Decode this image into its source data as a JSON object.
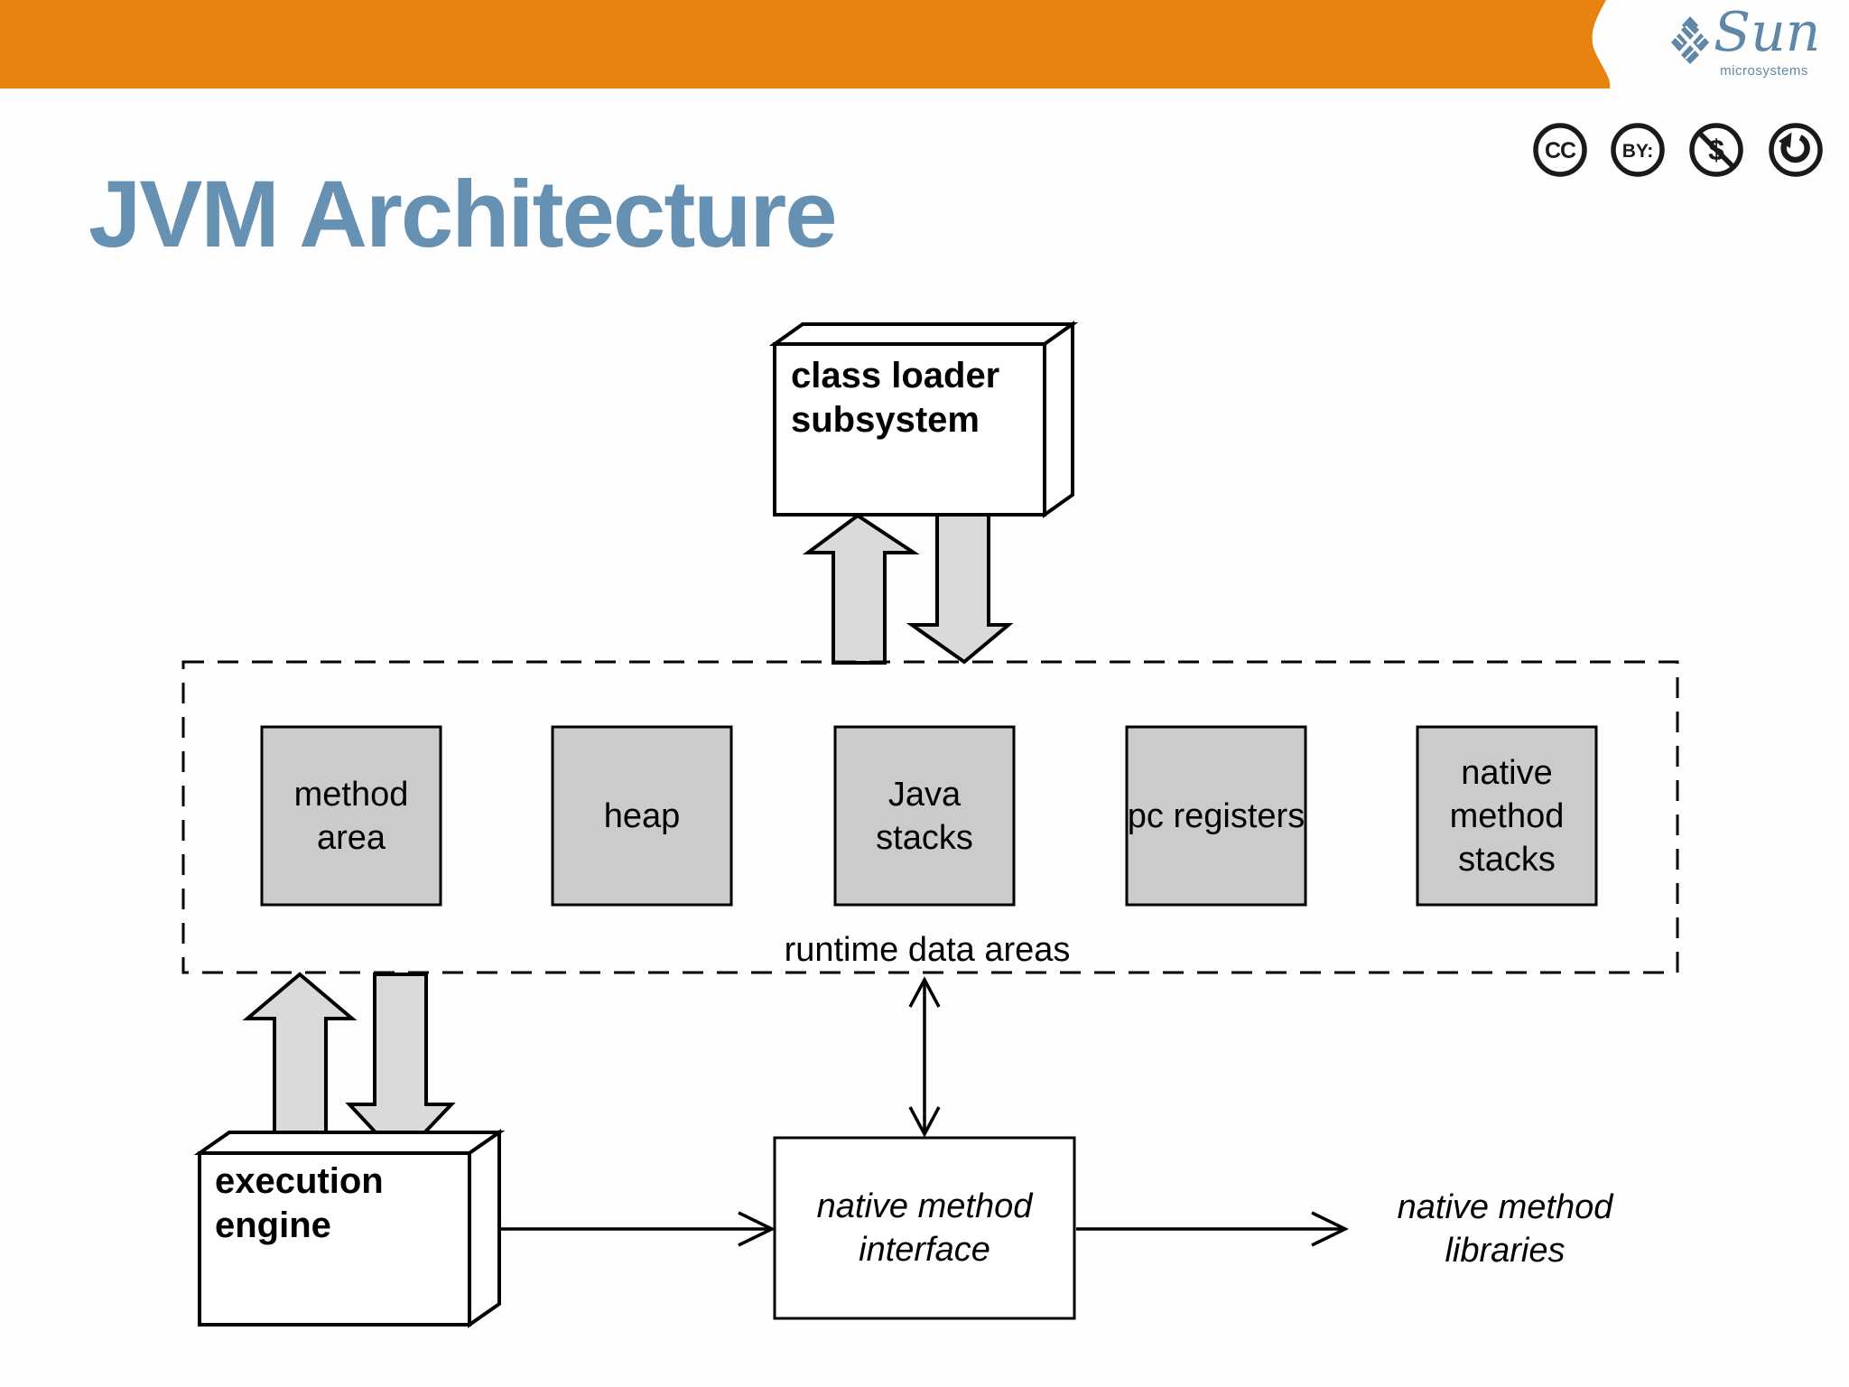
{
  "colors": {
    "header_orange": "#e8830f",
    "title_blue": "#6791b2",
    "sun_logo_blue": "#5e87a8",
    "box_fill_gray": "#cbcbcb",
    "arrow_fill_gray": "#dadada",
    "line_black": "#000000"
  },
  "header": {
    "brand_name": "Sun",
    "brand_subtitle": "microsystems"
  },
  "license_badges": [
    {
      "name": "creative-commons",
      "label": "CC"
    },
    {
      "name": "attribution",
      "label": "BY:"
    },
    {
      "name": "non-commercial",
      "label": "$"
    },
    {
      "name": "share-alike",
      "label": ""
    }
  ],
  "slide": {
    "title": "JVM Architecture"
  },
  "diagram": {
    "class_loader": {
      "lines": [
        "class loader",
        "subsystem"
      ]
    },
    "runtime": {
      "label": "runtime data areas",
      "boxes": [
        {
          "label": "method area"
        },
        {
          "label": "heap"
        },
        {
          "label": "Java stacks"
        },
        {
          "label": "pc registers"
        },
        {
          "label": "native method stacks"
        }
      ]
    },
    "execution_engine": {
      "lines": [
        "execution",
        "engine"
      ]
    },
    "native_method_interface": {
      "label": "native method interface"
    },
    "native_method_libraries": {
      "label": "native method libraries"
    }
  }
}
